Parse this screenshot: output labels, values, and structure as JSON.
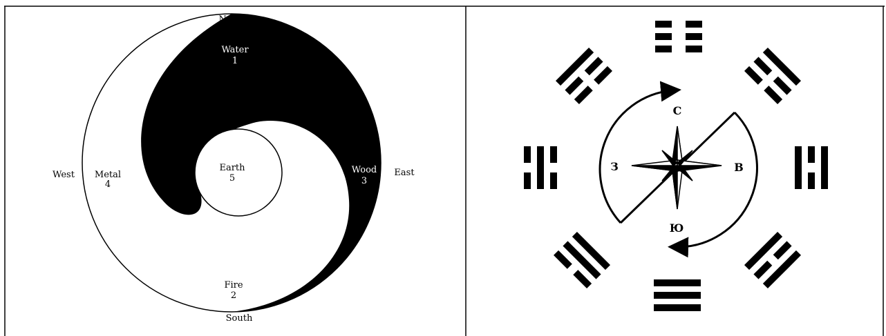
{
  "left_diagram": {
    "directions": {
      "north": "North",
      "south": "South",
      "west": "West",
      "east": "East"
    },
    "elements": [
      {
        "id": "water",
        "name": "Water",
        "number": "1"
      },
      {
        "id": "fire",
        "name": "Fire",
        "number": "2"
      },
      {
        "id": "wood",
        "name": "Wood",
        "number": "3"
      },
      {
        "id": "metal",
        "name": "Metal",
        "number": "4"
      },
      {
        "id": "earth",
        "name": "Earth",
        "number": "5"
      }
    ],
    "colors": {
      "yin": "#000000",
      "yang": "#ffffff"
    }
  },
  "right_diagram": {
    "compass_labels": {
      "north": "С",
      "south": "Ю",
      "west": "З",
      "east": "В"
    },
    "trigram_icons": [
      "trigram-top-icon",
      "trigram-top-right-icon",
      "trigram-right-icon",
      "trigram-bottom-right-icon",
      "trigram-bottom-icon",
      "trigram-bottom-left-icon",
      "trigram-left-icon",
      "trigram-top-left-icon"
    ],
    "compass_icon": "compass-rose-icon"
  }
}
